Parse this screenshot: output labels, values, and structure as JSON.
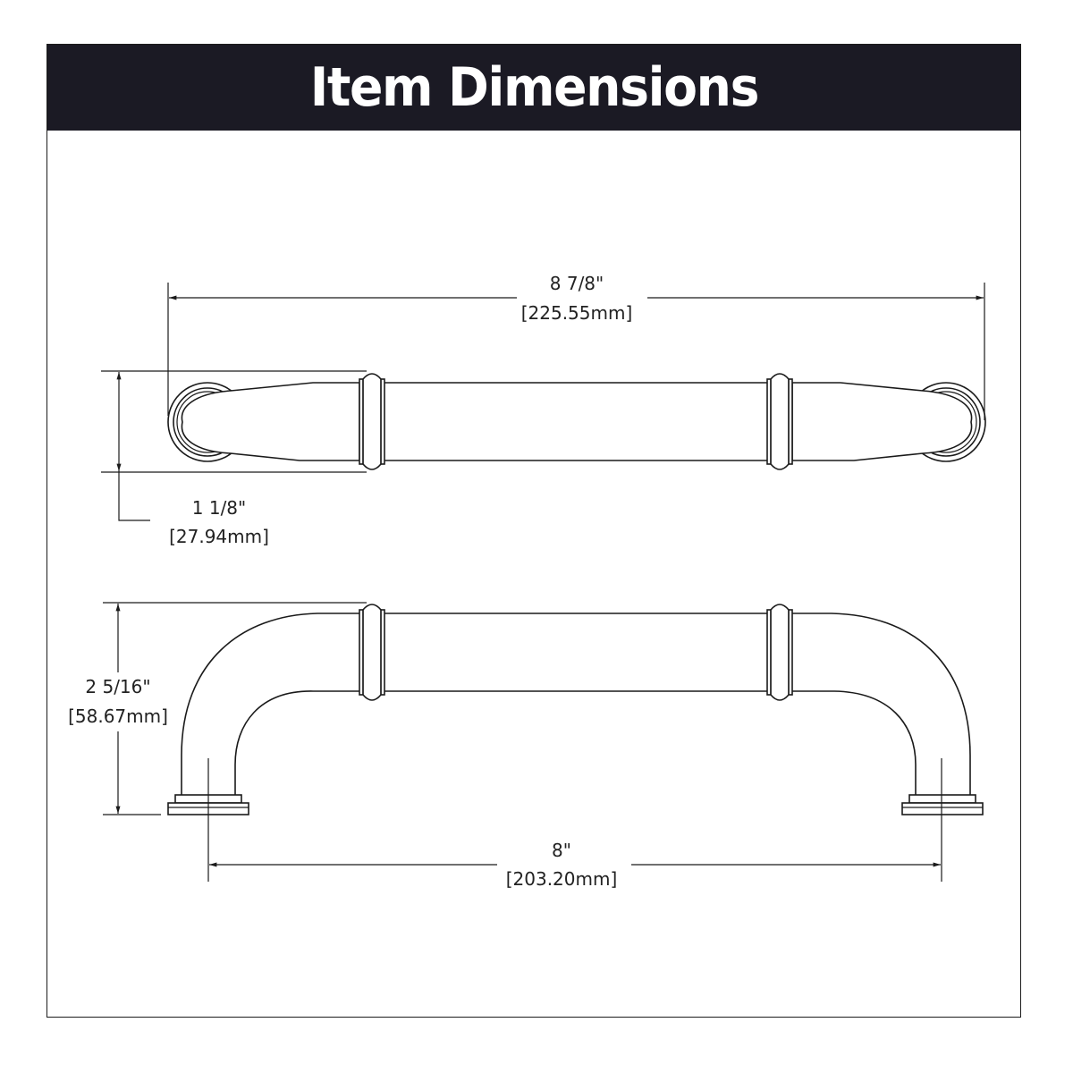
{
  "header": {
    "title": "Item Dimensions",
    "background": "#1b1a24",
    "text_color": "#ffffff"
  },
  "top_view": {
    "overall_length": {
      "imperial": "8 7/8\"",
      "metric": "[225.55mm]"
    },
    "height": {
      "imperial": "1 1/8\"",
      "metric": "[27.94mm]"
    }
  },
  "side_view": {
    "projection": {
      "imperial": "2 5/16\"",
      "metric": "[58.67mm]"
    },
    "center_to_center": {
      "imperial": "8\"",
      "metric": "[203.20mm]"
    }
  }
}
